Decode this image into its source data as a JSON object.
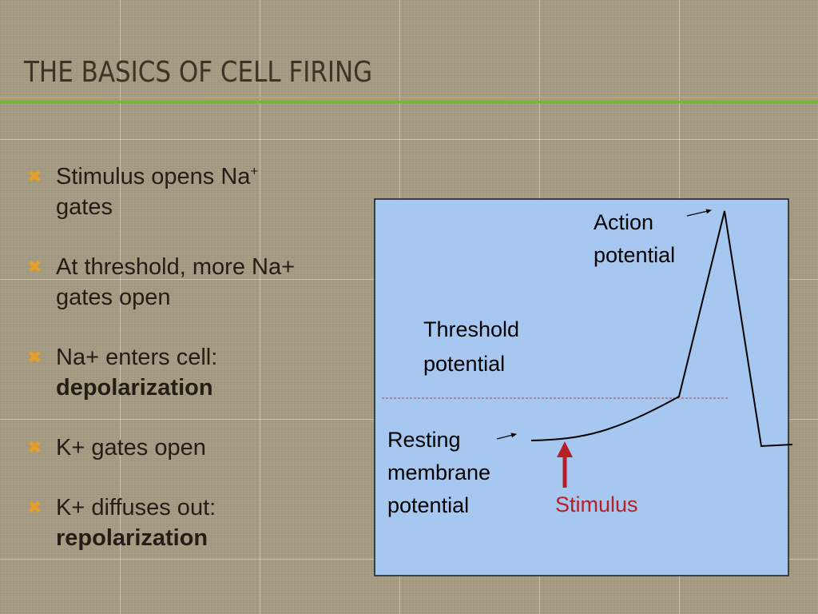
{
  "slide": {
    "title": "THE BASICS OF CELL FIRING",
    "colors": {
      "accent_green": "#7bb33a",
      "bullet_marker": "#e59f25",
      "panel_blue": "#a6c8f0",
      "stimulus_red": "#b52025"
    },
    "bullet_marker_icon": "x-mark-icon"
  },
  "bullets": [
    {
      "text": "Stimulus opens Na",
      "sup": "+",
      "line2": "gates",
      "bold": ""
    },
    {
      "text": "At threshold, more Na+ gates open",
      "bold": ""
    },
    {
      "text": "Na+ enters cell: ",
      "bold": "depolarization"
    },
    {
      "text": "K+ gates open",
      "bold": ""
    },
    {
      "text": "K+ diffuses out: ",
      "bold": "repolarization"
    }
  ],
  "diagram": {
    "action_potential": [
      "Action",
      "potential"
    ],
    "threshold_potential": [
      "Threshold",
      "potential"
    ],
    "resting_membrane_potential": [
      "Resting",
      "membrane",
      "potential"
    ],
    "stimulus": "Stimulus"
  }
}
